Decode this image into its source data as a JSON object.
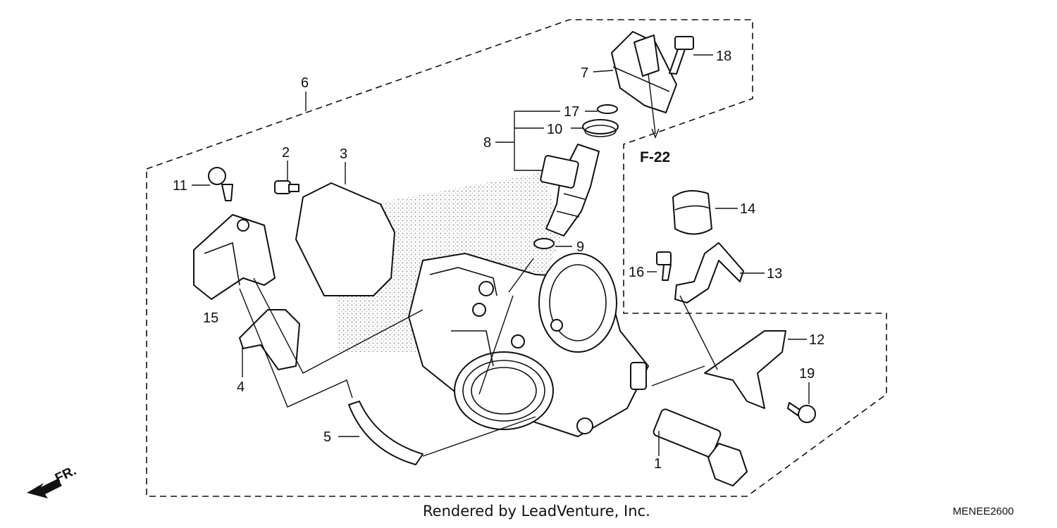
{
  "diagram": {
    "callouts": {
      "p1": "1",
      "p2": "2",
      "p3": "3",
      "p4": "4",
      "p5": "5",
      "p6": "6",
      "p7": "7",
      "p8": "8",
      "p9": "9",
      "p10": "10",
      "p11": "11",
      "p12": "12",
      "p13": "13",
      "p14": "14",
      "p15": "15",
      "p16": "16",
      "p17": "17",
      "p18": "18",
      "p19": "19"
    },
    "figure_reference": "F-22",
    "front_indicator": "FR.",
    "credit": "Rendered by LeadVenture, Inc.",
    "diagram_code": "MENEE2600"
  }
}
